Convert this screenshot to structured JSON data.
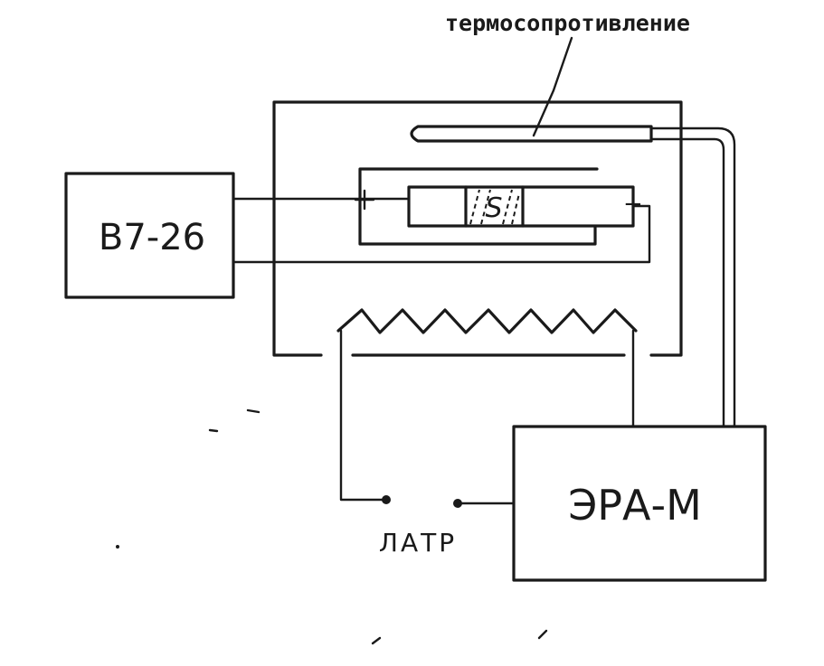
{
  "labels": {
    "thermistor": "термосопротивление",
    "voltmeter": "B7-26",
    "sample": "S",
    "plus_sign": "+",
    "regulator": "ЭРА-М",
    "autotransformer": "ЛАТР"
  }
}
